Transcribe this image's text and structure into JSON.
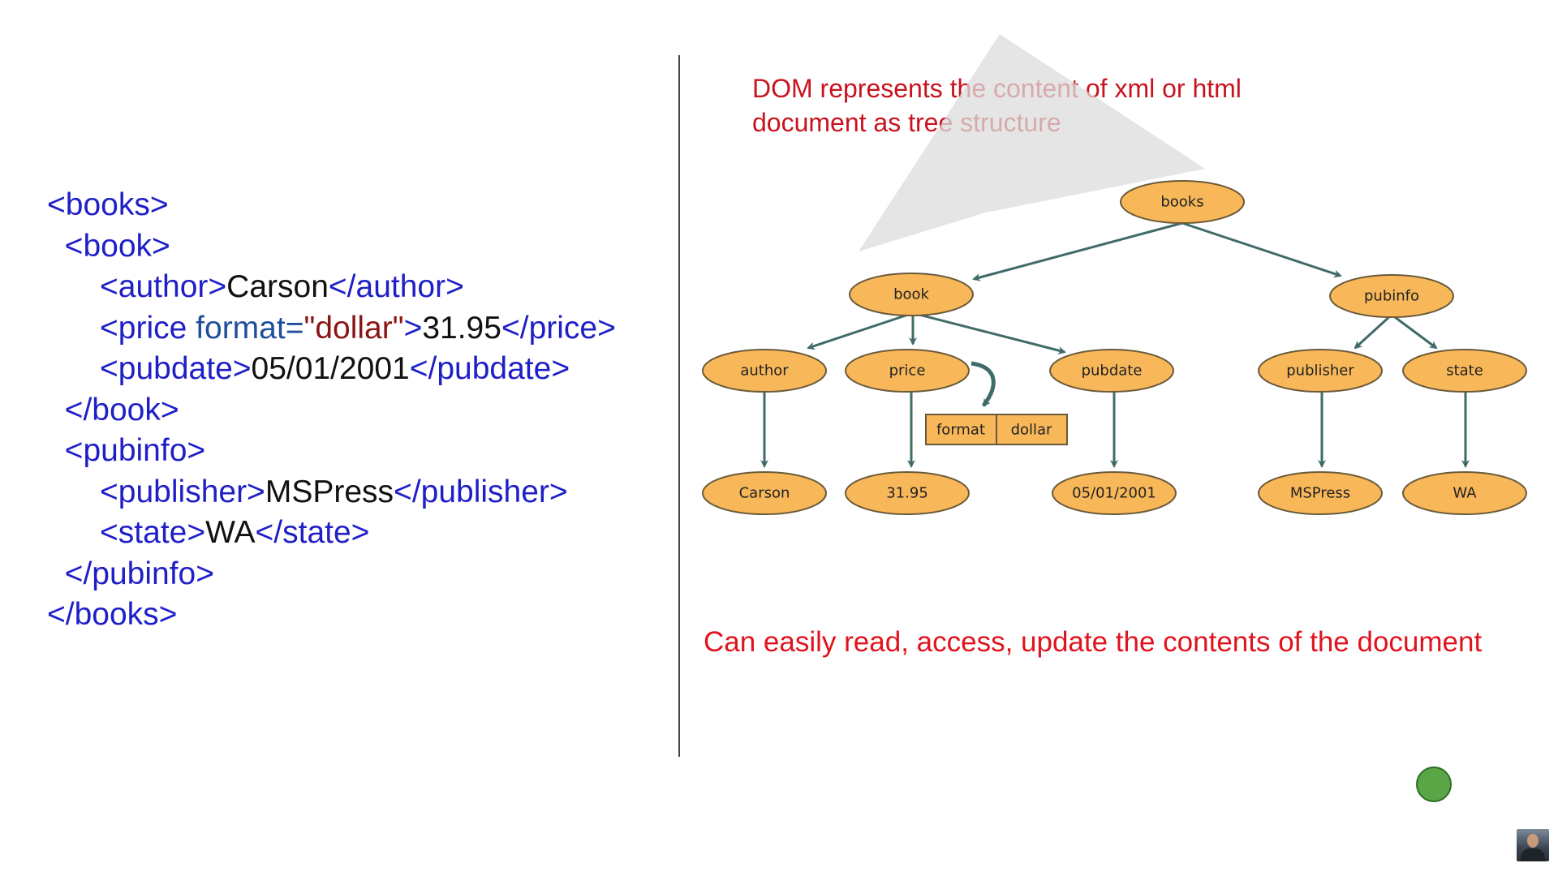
{
  "code": {
    "lines": [
      {
        "tag_open": "<books>"
      },
      {
        "tag_open": "<book>"
      },
      {
        "tag_open": "<author>",
        "text": "Carson",
        "tag_close": "</author>"
      },
      {
        "tag_open": "<price ",
        "attr_name": "format=",
        "attr_value": "\"dollar\"",
        "tag_end": ">",
        "text": "31.95",
        "tag_close": "</price>"
      },
      {
        "tag_open": "<pubdate>",
        "text": "05/01/2001",
        "tag_close": "</pubdate>"
      },
      {
        "tag_open": "</book>"
      },
      {
        "tag_open": "<pubinfo>"
      },
      {
        "tag_open": "<publisher>",
        "text": "MSPress",
        "tag_close": "</publisher>"
      },
      {
        "tag_open": "<state>",
        "text": "WA",
        "tag_close": "</state>"
      },
      {
        "tag_open": "</pubinfo>"
      },
      {
        "tag_open": "</books>"
      }
    ]
  },
  "notes": {
    "top_line1": "DOM represents the content of xml or html",
    "top_line2": "document as tree structure",
    "bottom": "Can easily read, access, update the contents of the document"
  },
  "tree": {
    "nodes": {
      "books": "books",
      "book": "book",
      "pubinfo": "pubinfo",
      "author": "author",
      "price": "price",
      "pubdate": "pubdate",
      "publisher": "publisher",
      "state": "state",
      "carson": "Carson",
      "price_value": "31.95",
      "pubdate_value": "05/01/2001",
      "mspress": "MSPress",
      "wa": "WA"
    },
    "attribute": {
      "name": "format",
      "value": "dollar"
    }
  },
  "colors": {
    "tag": "#1f1fc8",
    "text": "#111111",
    "attr_name": "#1f4e9a",
    "attr_value": "#8b1414",
    "note": "#c8141e",
    "node_fill": "#f8b85a",
    "node_stroke": "#6b5a3a",
    "edge": "#3f6b68",
    "indicator": "#5aa546"
  }
}
